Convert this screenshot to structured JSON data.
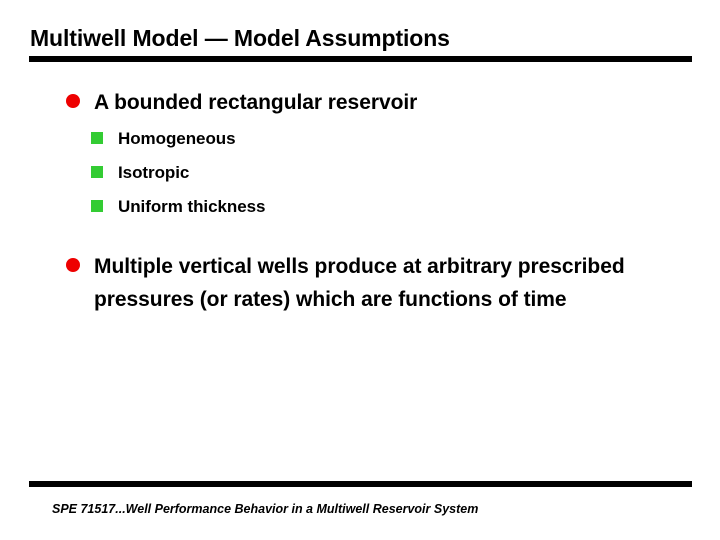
{
  "slide": {
    "title": "Multiwell Model — Model Assumptions",
    "footer": "SPE 71517...Well Performance Behavior in a Multiwell Reservoir System",
    "colors": {
      "background": "#ffffff",
      "text": "#000000",
      "rule": "#000000",
      "level1_bullet": "#ee0000",
      "level2_bullet": "#33cc33"
    },
    "bullets": [
      {
        "marker": "red-circle",
        "text": "A bounded rectangular reservoir",
        "children": [
          {
            "marker": "green-square",
            "text": "Homogeneous"
          },
          {
            "marker": "green-square",
            "text": "Isotropic"
          },
          {
            "marker": "green-square",
            "text": "Uniform thickness"
          }
        ]
      },
      {
        "marker": "red-circle",
        "text": "Multiple vertical wells produce at arbitrary prescribed pressures (or rates) which are functions of time",
        "children": []
      }
    ]
  }
}
